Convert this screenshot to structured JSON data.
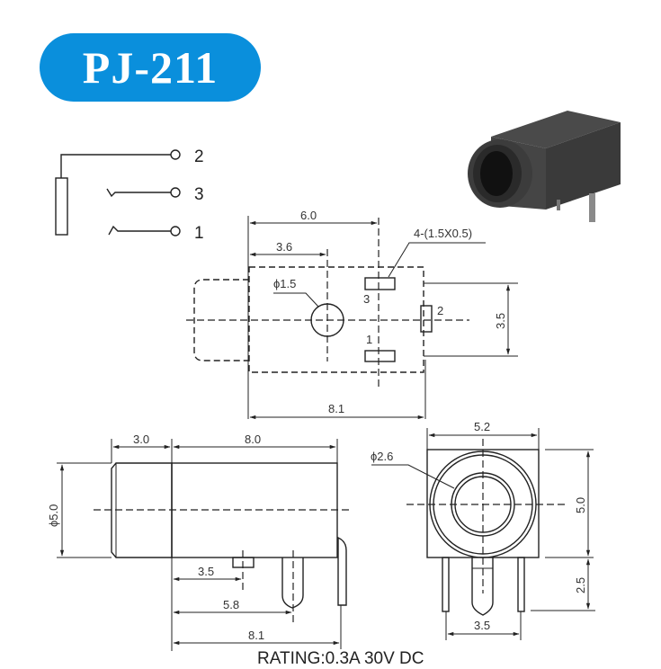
{
  "title": "PJ-211",
  "schematic": {
    "pins": [
      "2",
      "3",
      "1"
    ]
  },
  "top_view": {
    "dim_width_pins": "6.0",
    "dim_hole_pos": "3.6",
    "hole_dia": "ϕ1.5",
    "pad_spec": "4-(1.5X0.5)",
    "pin_labels": {
      "p3": "3",
      "p2": "2",
      "p1": "1"
    },
    "dim_pin_spacing": "3.5",
    "dim_length": "8.1"
  },
  "side_view": {
    "dim_nose": "3.0",
    "dim_body": "8.0",
    "dim_diameter": "ϕ5.0",
    "dim_pin1": "3.5",
    "dim_pin2": "5.8",
    "dim_pin3": "8.1"
  },
  "front_view": {
    "dim_width": "5.2",
    "hole_dia": "ϕ2.6",
    "dim_height": "5.0",
    "dim_pin_length": "2.5",
    "dim_pin_spacing": "3.5"
  },
  "rating": "RATING:0.3A 30V DC",
  "colors": {
    "badge": "#0a8fdc",
    "badge_text": "#ffffff",
    "lines": "#222222"
  }
}
